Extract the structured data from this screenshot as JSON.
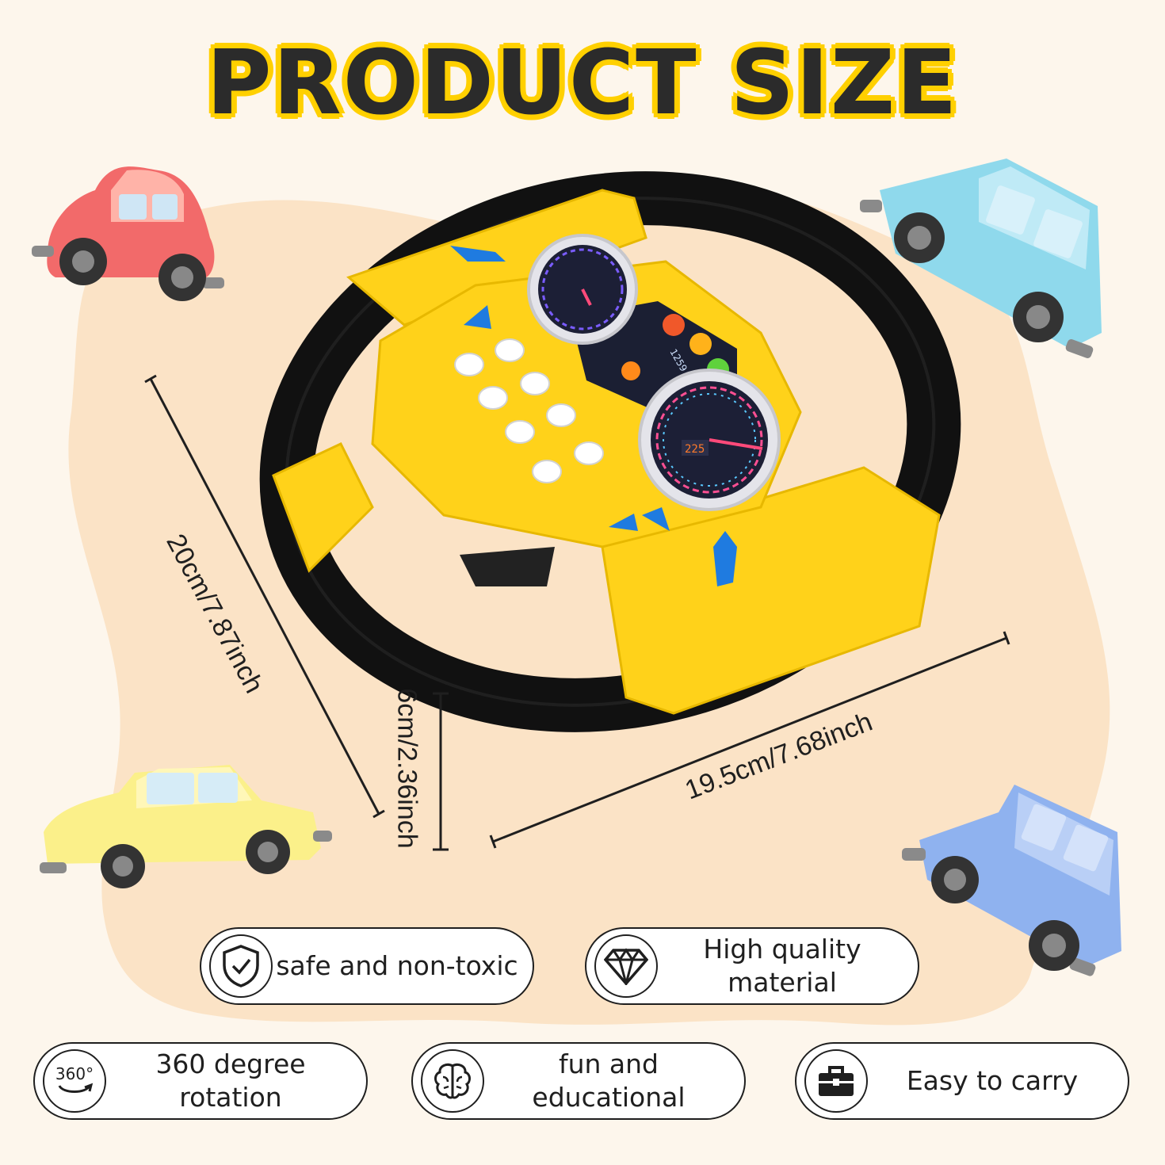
{
  "title": "PRODUCT SIZE",
  "dimensions": {
    "diameter_vertical": "20cm/7.87inch",
    "depth": "6cm/2.36inch",
    "width": "19.5cm/7.68inch"
  },
  "features": [
    {
      "icon": "shield-check-icon",
      "label": "safe and non-toxic"
    },
    {
      "icon": "diamond-icon",
      "label": "High quality\nmaterial"
    },
    {
      "icon": "rotation-360-icon",
      "icon_text": "360°",
      "label": "360 degree\nrotation"
    },
    {
      "icon": "brain-icon",
      "label": "fun and\neducational"
    },
    {
      "icon": "toolbox-icon",
      "label": "Easy to carry"
    }
  ],
  "gauge_readouts": {
    "top_cluster": "1259",
    "speed_digits": "225"
  },
  "colors": {
    "background": "#fdf6ec",
    "blob": "#fbe3c6",
    "wheel_yellow": "#ffd21a",
    "wheel_rim": "#111111",
    "title_outline": "#ffd000"
  }
}
